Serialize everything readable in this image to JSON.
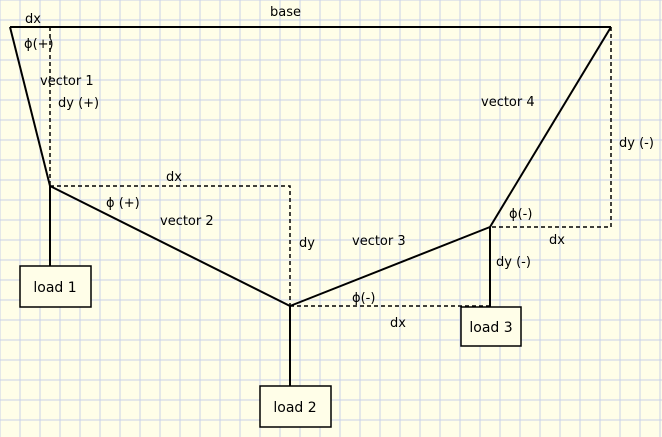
{
  "colors": {
    "background": "#fffee8",
    "grid": "#c8d0e8",
    "ink": "#000000"
  },
  "labels": {
    "base": "base",
    "dx_top": "dx",
    "phi_v1": "ϕ(+)",
    "vector1": "vector 1",
    "dy_v1": "dy  (+)",
    "dx_v2": "dx",
    "phi_v2": "ϕ (+)",
    "vector2": "vector 2",
    "dy_v2": "dy",
    "vector3": "vector 3",
    "phi_v3": "ϕ(-)",
    "dx_v3": "dx",
    "vector4": "vector 4",
    "dy_v4": "dy (-)",
    "phi_v4": "ϕ(-)",
    "dx_v4": "dx",
    "dy_v3": "dy  (-)",
    "load1": "load 1",
    "load2": "load 2",
    "load3": "load 3"
  }
}
